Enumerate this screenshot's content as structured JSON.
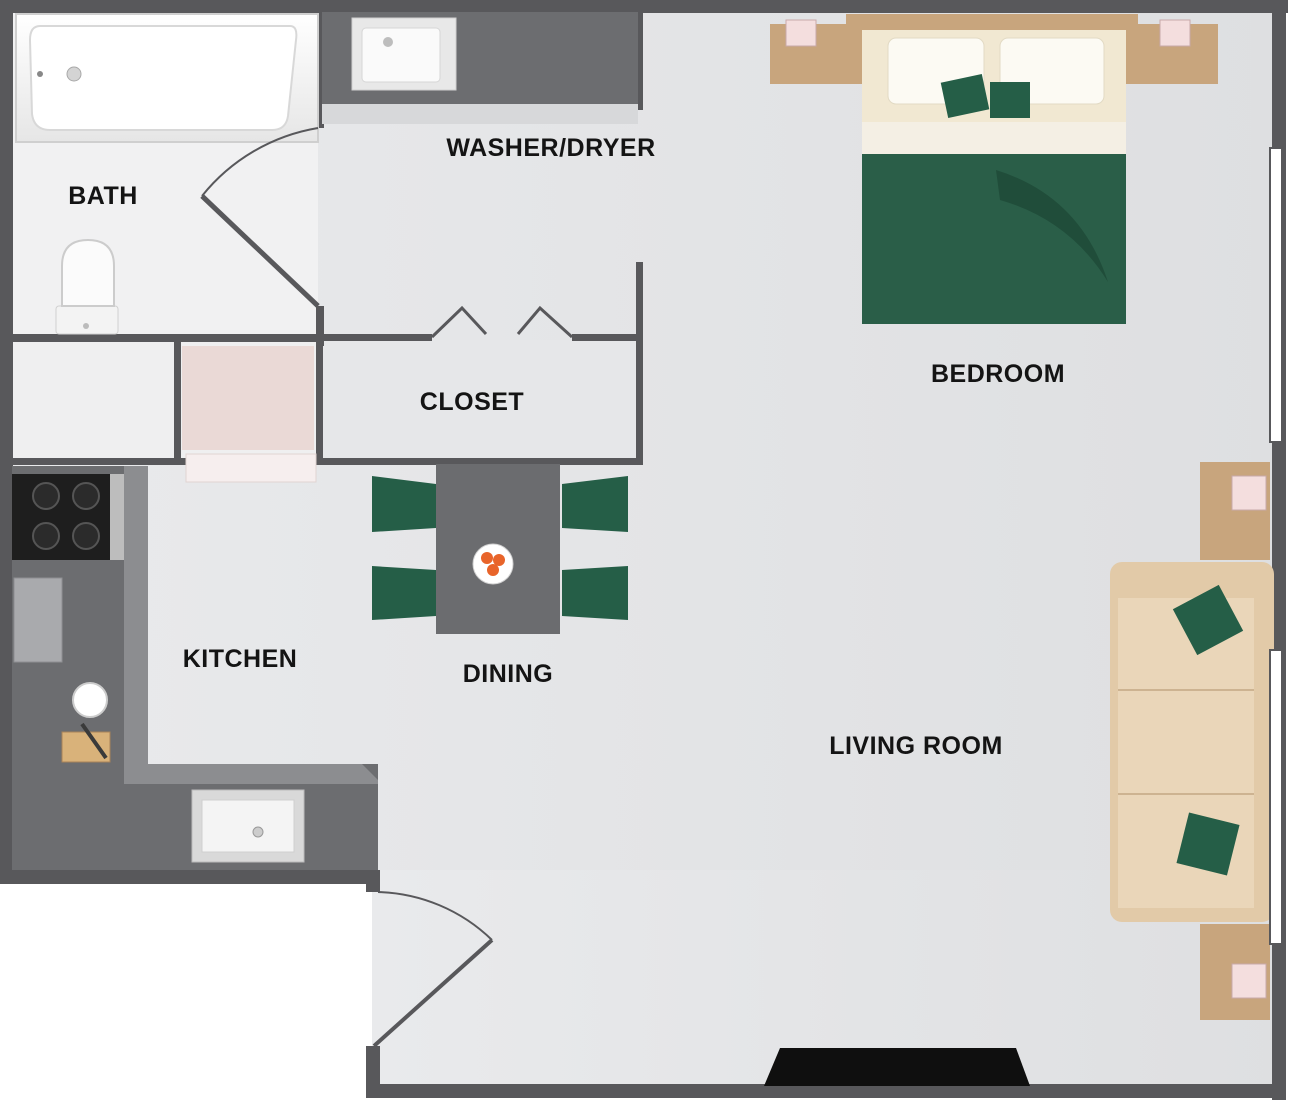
{
  "rooms": {
    "bath": "BATH",
    "washer_dryer": "WASHER/DRYER",
    "bedroom": "BEDROOM",
    "closet": "CLOSET",
    "kitchen": "KITCHEN",
    "dining": "DINING",
    "living_room": "LIVING ROOM"
  },
  "colors": {
    "wall": "#58585b",
    "floor": "#e3e4e6",
    "cabinet": "#6c6d70",
    "accent_green": "#255e47",
    "wood": "#c8a57d",
    "sofa": "#e2caa8",
    "white_fixture": "#f7f7f7"
  }
}
